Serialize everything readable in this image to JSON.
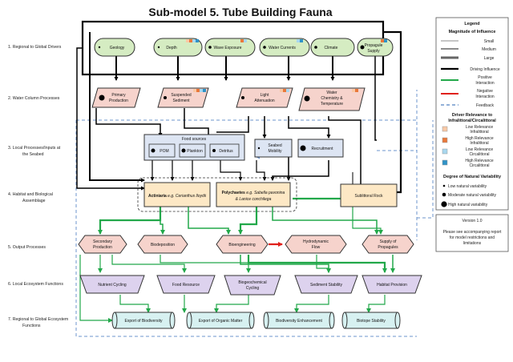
{
  "title": "Sub-model 5. Tube Building Fauna",
  "levels": [
    "1. Regional to Global Drivers",
    "2. Water Column Processes",
    "3. Local Processes/Inputs at",
    "the Seabed",
    "4. Habitat and Biological",
    "Assemblage",
    "5. Output Processes",
    "6. Local Ecosystem Functions",
    "7. Regional to Global Ecosystem",
    "Functions"
  ],
  "drivers": {
    "geology": "Geology",
    "depth": "Depth",
    "wave_exposure": "Wave Exposure",
    "water_currents": "Water Currents",
    "climate": "Climate",
    "propagule_supply_1": "Propagule",
    "propagule_supply_2": "Supply"
  },
  "water_column": {
    "primary_production_1": "Primary",
    "primary_production_2": "Production",
    "suspended_sediment_1": "Suspended",
    "suspended_sediment_2": "Sediment",
    "light_attenuation_1": "Light",
    "light_attenuation_2": "Attenuation",
    "water_chemistry_1": "Water",
    "water_chemistry_2": "Chemistry &",
    "water_chemistry_3": "Temperature"
  },
  "seabed": {
    "food_sources": "Food sources",
    "pom": "POM",
    "plankton": "Plankton",
    "detritus": "Detritus",
    "seabed_mobility_1": "Seabed",
    "seabed_mobility_2": "Mobility",
    "recruitment": "Recruitment"
  },
  "habitat": {
    "actiniaria_bold": "Actiniaria",
    "actiniaria_rest": " e.g. Cerianthus lloydii",
    "polychaetes_bold": "Polychaetes",
    "polychaetes_rest_1": " e.g. Sabella pavonina",
    "polychaetes_rest_2": "& Lanice conchilega",
    "sublittoral_rock": "Sublittoral Rock"
  },
  "outputs": {
    "secondary_production_1": "Secondary",
    "secondary_production_2": "Production",
    "biodeposition": "Biodeposition",
    "bioengineering": "Bioengineering",
    "hydrodynamic_flow_1": "Hydrodynamic",
    "hydrodynamic_flow_2": "Flow",
    "supply_of_propagules_1": "Supply of",
    "supply_of_propagules_2": "Propagules"
  },
  "local_functions": {
    "nutrient_cycling": "Nutrient Cycling",
    "food_resource": "Food Resource",
    "biogeochemical_cycling_1": "Biogeochemical",
    "biogeochemical_cycling_2": "Cycling",
    "sediment_stability": "Sediment Stability",
    "habitat_provision": "Habitat Provision"
  },
  "regional_functions": {
    "export_of_biodiversity": "Export of Biodiversity",
    "export_of_organic_matter": "Export of Organic Matter",
    "biodiversity_enhancement": "Biodiversity Enhancement",
    "biotope_stability": "Biotope Stability"
  },
  "legend": {
    "title": "Legend",
    "magnitude_heading": "Magnitude of Influence",
    "small": "Small",
    "medium": "Medium",
    "large": "Large",
    "driving_influence": "Driving Influence",
    "positive_1": "Positive",
    "positive_2": "Interaction",
    "negative_1": "Negative",
    "negative_2": "Interaction",
    "feedback": "Feedback",
    "relevance_heading_1": "Driver Relevance to",
    "relevance_heading_2": "Infralittoral/Circalittoral",
    "low_infra_1": "Low Relevance",
    "low_infra_2": "Infralittoral",
    "high_infra_1": "High Relevance",
    "high_infra_2": "Infralittoral",
    "low_circa_1": "Low Relevance",
    "low_circa_2": "Circalittoral",
    "high_circa_1": "High Relevance",
    "high_circa_2": "Circalittoral",
    "variability_heading": "Degree of Natural Variability",
    "low_var": "Low natural variability",
    "moderate_var": "Moderate natural variability",
    "high_var": "High natural variability",
    "version": "Version 1.0",
    "note_1": "Please see accompanying report",
    "note_2": "for model restrictions and",
    "note_3": "limitations"
  },
  "colors": {
    "driver_fill": "#d5ecc2",
    "water_column_fill": "#f6d3cc",
    "seabed_fill": "#dde5f3",
    "habitat_fill": "#fde8c5",
    "output_fill": "#f6d3cc",
    "local_function_fill": "#ddd2ee",
    "regional_function_fill": "#d7f1f1",
    "positive": "#22a84a",
    "negative": "#e0201a",
    "feedback": "#6e95cc",
    "low_infralittoral": "#f9c9a6",
    "high_infralittoral": "#e9783a",
    "low_circalittoral": "#a8d7ee",
    "high_circalittoral": "#2f93c7"
  }
}
